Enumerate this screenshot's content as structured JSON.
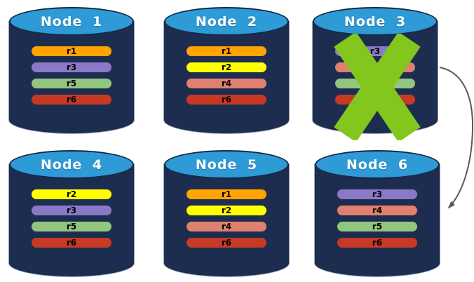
{
  "palette": {
    "background": "#FFFFFF",
    "cylinder_body": "#1D2D50",
    "cylinder_top": "#2E9BD6",
    "cylinder_rim": "#152947",
    "cylinder_outline": "#97A3B8",
    "title_text": "#FFFFFF",
    "replica_text": "#000000",
    "failure_x": "#82C61E",
    "arrow_color": "#595959"
  },
  "nodes": [
    {
      "id": "node-1",
      "title": "Node 1",
      "failed": false,
      "replicas": [
        {
          "label": "r1",
          "color": "#FFA400"
        },
        {
          "label": "r3",
          "color": "#8A79C6"
        },
        {
          "label": "r5",
          "color": "#92C57E"
        },
        {
          "label": "r6",
          "color": "#C63A24"
        }
      ]
    },
    {
      "id": "node-2",
      "title": "Node 2",
      "failed": false,
      "replicas": [
        {
          "label": "r1",
          "color": "#FFA400"
        },
        {
          "label": "r2",
          "color": "#FFFF00"
        },
        {
          "label": "r4",
          "color": "#E0806F"
        },
        {
          "label": "r6",
          "color": "#C63A24"
        }
      ]
    },
    {
      "id": "node-3",
      "title": "Node 3",
      "failed": true,
      "replicas": [
        {
          "label": "r3",
          "color": "#8A79C6"
        },
        {
          "label": "r4",
          "color": "#E0806F"
        },
        {
          "label": "r5",
          "color": "#92C57E"
        },
        {
          "label": "r6",
          "color": "#C63A24"
        }
      ]
    },
    {
      "id": "node-4",
      "title": "Node 4",
      "failed": false,
      "replicas": [
        {
          "label": "r2",
          "color": "#FFFF00"
        },
        {
          "label": "r3",
          "color": "#8A79C6"
        },
        {
          "label": "r5",
          "color": "#92C57E"
        },
        {
          "label": "r6",
          "color": "#C63A24"
        }
      ]
    },
    {
      "id": "node-5",
      "title": "Node 5",
      "failed": false,
      "replicas": [
        {
          "label": "r1",
          "color": "#FFA400"
        },
        {
          "label": "r2",
          "color": "#FFFF00"
        },
        {
          "label": "r4",
          "color": "#E0806F"
        },
        {
          "label": "r6",
          "color": "#C63A24"
        }
      ]
    },
    {
      "id": "node-6",
      "title": "Node 6",
      "failed": false,
      "replicas": [
        {
          "label": "r3",
          "color": "#8A79C6"
        },
        {
          "label": "r4",
          "color": "#E0806F"
        },
        {
          "label": "r5",
          "color": "#92C57E"
        },
        {
          "label": "r6",
          "color": "#C63A24"
        }
      ]
    }
  ],
  "annotations": {
    "failed_node": "Node 3",
    "arrow": {
      "from": "Node 3",
      "to": "Node 6"
    }
  }
}
